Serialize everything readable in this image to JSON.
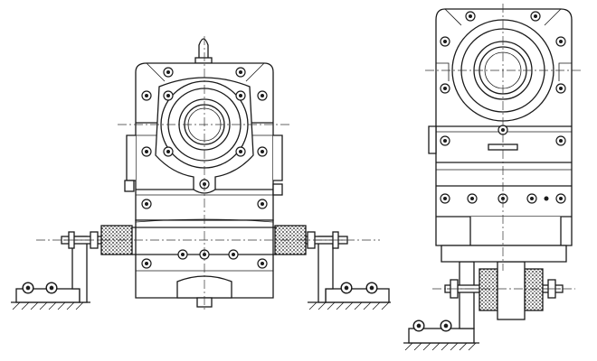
{
  "drawing": {
    "views": [
      {
        "name": "front-view",
        "parts": [
          "gearbox-housing",
          "output-flange",
          "breather-plug",
          "torque-arm-brackets",
          "rubber-buffers",
          "base-supports"
        ]
      },
      {
        "name": "side-view",
        "parts": [
          "gearbox-housing",
          "input-flange",
          "torque-arm-bracket",
          "rubber-buffer",
          "base-support"
        ]
      }
    ],
    "colors": {
      "ink": "#1a1a1a",
      "paper": "#ffffff"
    }
  }
}
